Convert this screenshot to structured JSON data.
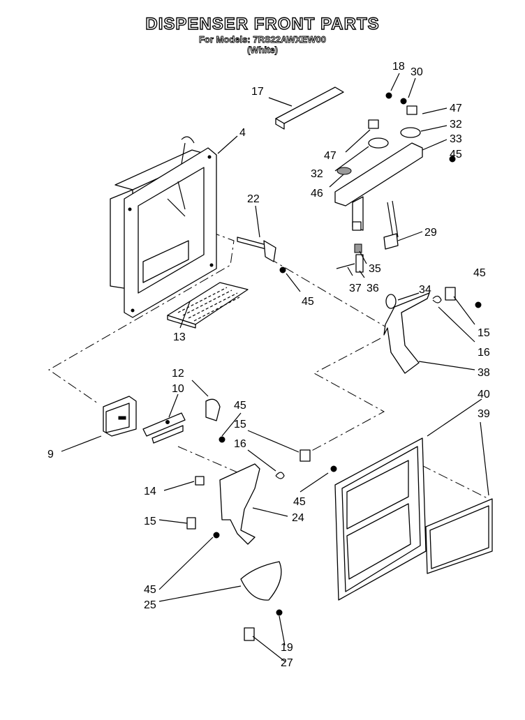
{
  "title": "DISPENSER FRONT PARTS",
  "subtitle": "For Models: 7RS22AWXEW00",
  "variant": "(White)",
  "callouts": {
    "c17": "17",
    "c4": "4",
    "c18": "18",
    "c30": "30",
    "c47a": "47",
    "c32a": "32",
    "c33": "33",
    "c47b": "47",
    "c45a": "45",
    "c32b": "32",
    "c46": "46",
    "c22": "22",
    "c29": "29",
    "c35": "35",
    "c37": "37",
    "c36": "36",
    "c45b": "45",
    "c45c": "45",
    "c34": "34",
    "c15a": "15",
    "c16a": "16",
    "c38": "38",
    "c13": "13",
    "c12": "12",
    "c10": "10",
    "c45d": "45",
    "c15b": "15",
    "c16b": "16",
    "c9": "9",
    "c40": "40",
    "c39": "39",
    "c14": "14",
    "c45e": "45",
    "c24": "24",
    "c15c": "15",
    "c45f": "45",
    "c25": "25",
    "c19": "19",
    "c27": "27"
  }
}
